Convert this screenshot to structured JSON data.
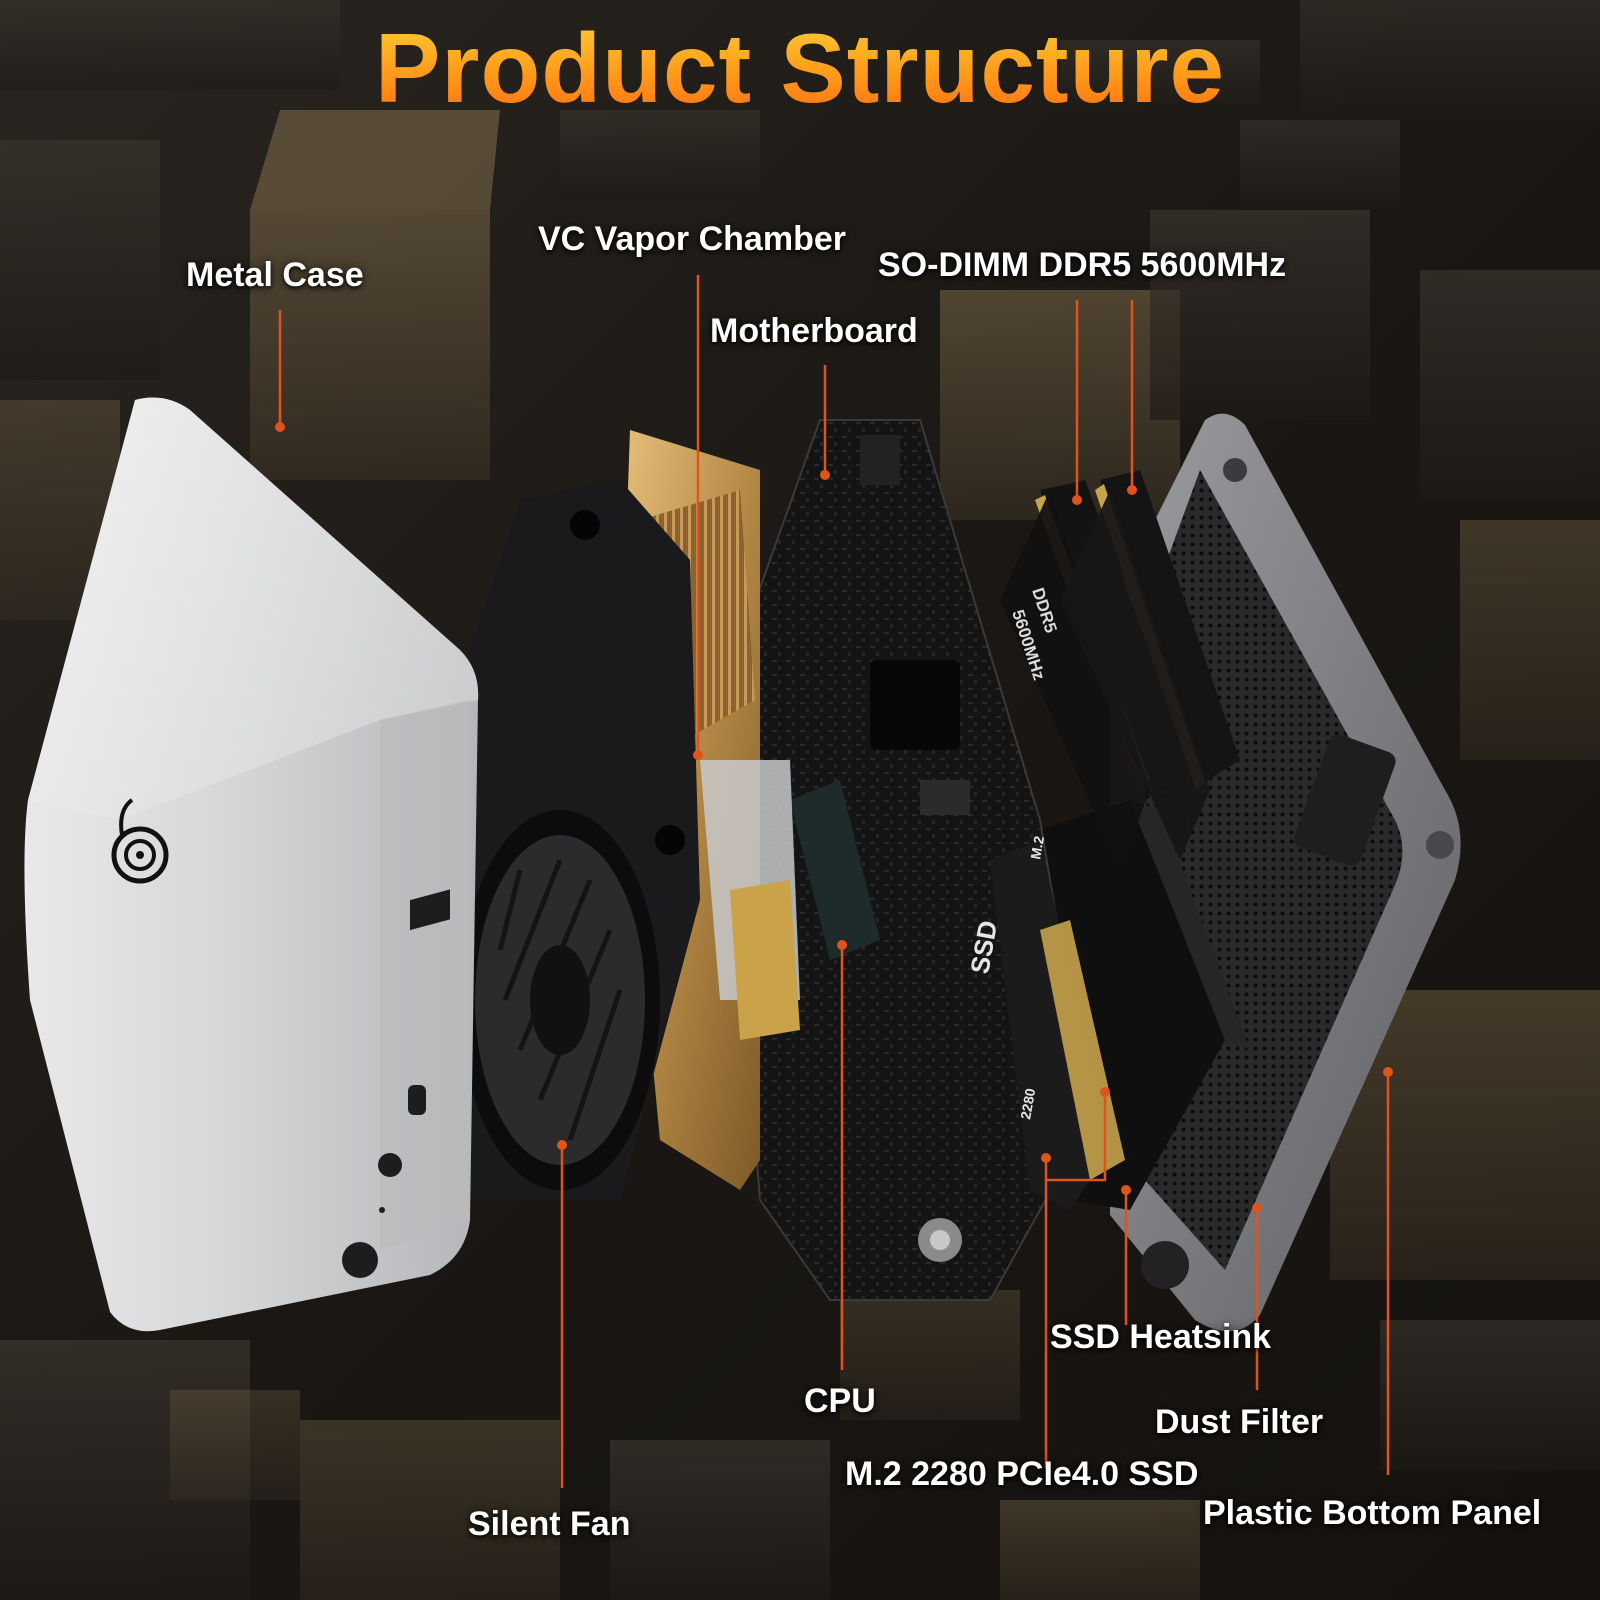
{
  "title": "Product Structure",
  "colors": {
    "title_top": "#ffd23a",
    "title_bottom": "#ff6a10",
    "leader_line": "#e0531a",
    "label_text": "#ffffff",
    "background": "#1b1815",
    "cube_gold": "#6b5a3e"
  },
  "labels": {
    "metal_case": "Metal Case",
    "vc_vapor_chamber": "VC Vapor Chamber",
    "so_dimm": "SO-DIMM DDR5 5600MHz",
    "motherboard": "Motherboard",
    "silent_fan": "Silent Fan",
    "cpu": "CPU",
    "m2_ssd": "M.2 2280 PCIe4.0 SSD",
    "ssd_heatsink": "SSD Heatsink",
    "dust_filter": "Dust Filter",
    "plastic_bottom_panel": "Plastic Bottom Panel"
  },
  "ram_label": {
    "type": "DDR5",
    "speed": "5600MHz"
  },
  "ssd_markings": {
    "size": "2280",
    "m2": "M.2",
    "ssd": "SSD"
  }
}
